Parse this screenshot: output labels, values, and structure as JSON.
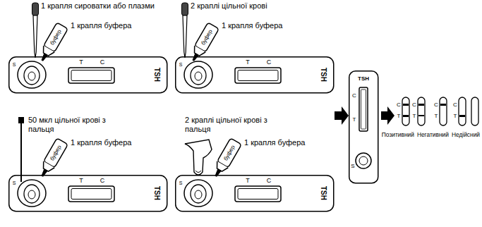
{
  "diagram": {
    "labels": [
      "1 крапля сироватки або плазми",
      "2 краплі цільної крові",
      "1 крапля буфера",
      "буфер",
      "1 крапля буфера",
      "буфер",
      "S",
      "T",
      "C",
      "TSH",
      "S",
      "T",
      "C",
      "TSH",
      "50 мкл цільної крові з пальця",
      "2 краплі цільної крові з пальця",
      "1 крапля буфера",
      "буфер",
      "1 крапля буфера",
      "буфер",
      "S",
      "T",
      "C",
      "TSH",
      "S",
      "T",
      "C",
      "TSH",
      "TSH",
      "C",
      "T",
      "S",
      "C",
      "T",
      "C",
      "T",
      "C",
      "T",
      "C",
      "T",
      "Позитивний",
      "Негативний",
      "Недійсний"
    ]
  }
}
